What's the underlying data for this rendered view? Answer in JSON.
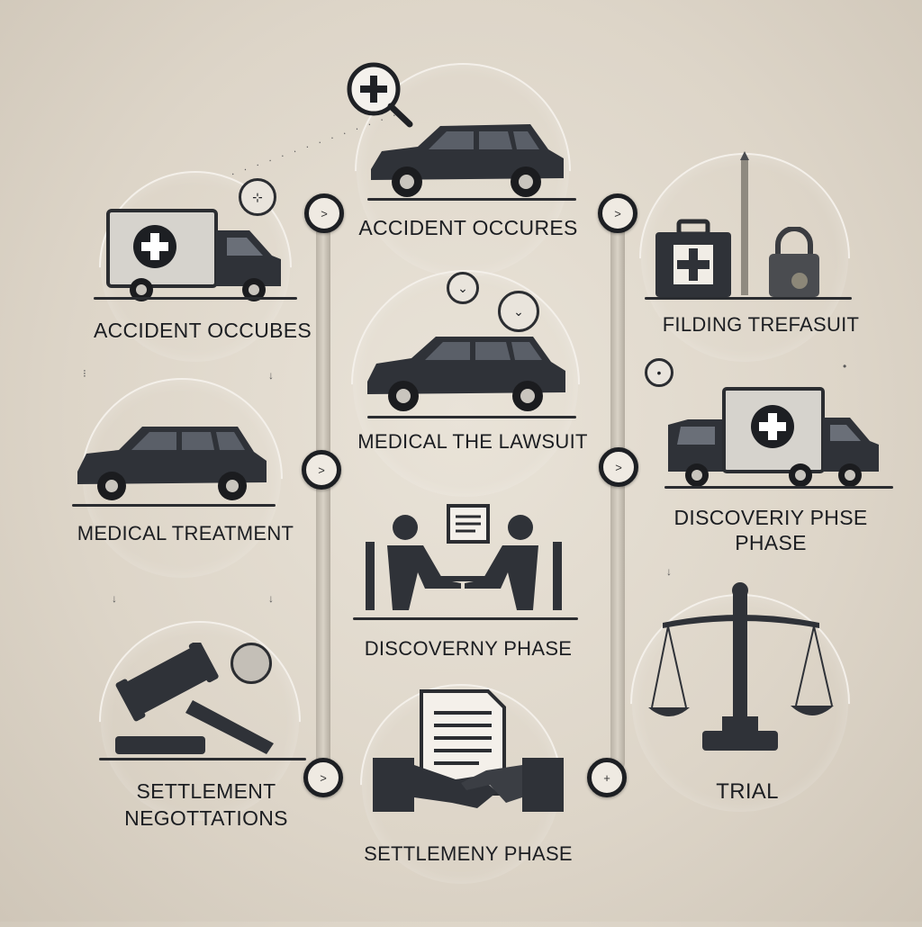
{
  "nodes": {
    "upper": ">",
    "middle": ">",
    "lower": "+"
  },
  "steps": {
    "top_center": "ACCIDENT OCCURES",
    "top_left": "ACCIDENT OCCUBES",
    "top_right": "FILDING TREFASUIT",
    "mid_center": "MEDICAL THE LAWSUIT",
    "mid_left": "MEDICAL TREATMENT",
    "mid_right_line1": "DISCOVERIY PHSE",
    "mid_right_line2": "PHASE",
    "low_center": "DISCOVERNY PHASE",
    "low_left_line1": "SETTLEMENT",
    "low_left_line2": "NEGOTTATIONS",
    "low_right": "TRIAL",
    "bottom_center": "SETTLEMENY PHASE"
  },
  "icons": {
    "magnifier": "magnifier-plus-icon",
    "car": "car-icon",
    "ambulance": "ambulance-icon",
    "medical_bag": "medical-bag-icon",
    "handcuff_lock": "padlock-icon",
    "meeting": "meeting-icon",
    "gavel": "gavel-icon",
    "scales": "scales-of-justice-icon",
    "handshake": "handshake-icon",
    "document": "document-icon"
  },
  "colors": {
    "background": "#e2dbcf",
    "ink": "#1f2125",
    "rail": "#c7c0b4",
    "vehicle": "#2f3238",
    "vehicle_window": "#4b5058"
  }
}
